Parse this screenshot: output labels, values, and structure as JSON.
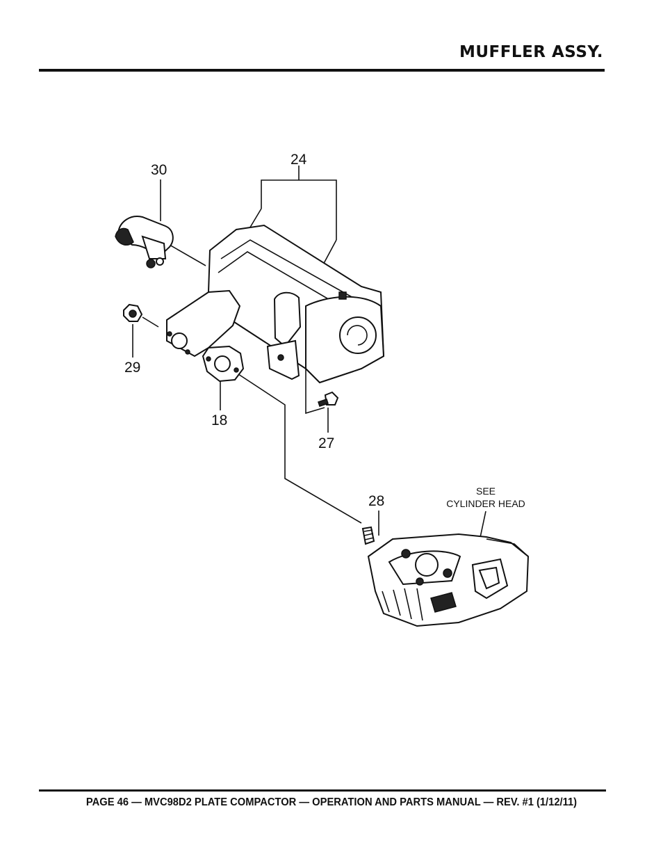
{
  "header": {
    "title": "MUFFLER ASSY."
  },
  "diagram": {
    "callouts": {
      "c30": "30",
      "c24": "24",
      "c29": "29",
      "c18": "18",
      "c27": "27",
      "c28": "28"
    },
    "note_line1": "SEE",
    "note_line2": "CYLINDER HEAD"
  },
  "footer": {
    "text": "PAGE 46 — MVC98D2 PLATE COMPACTOR — OPERATION AND PARTS MANUAL — REV. #1 (1/12/11)"
  }
}
